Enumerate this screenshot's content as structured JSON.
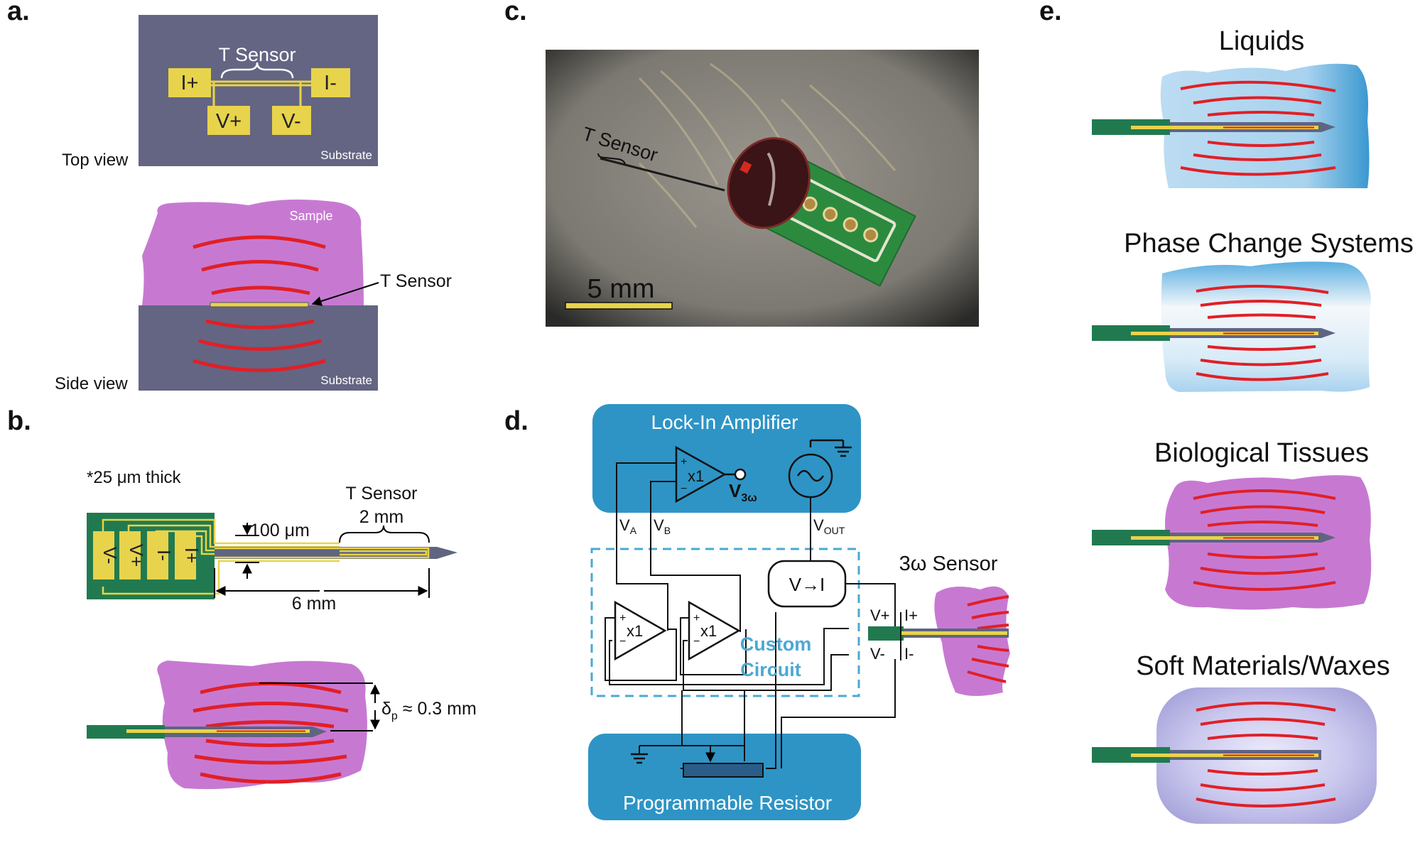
{
  "colors": {
    "substrate": "#646583",
    "pad": "#e8d34c",
    "sample": "#c779d2",
    "wave": "#e11f26",
    "pcb": "#217a4f",
    "box": "#2e94c5",
    "custom_circuit": "#4ba8d3",
    "photo_background": "#807d77",
    "liquid": "#a9d3ef",
    "phase": "#cfe7f7",
    "soft": "#c7c5ec",
    "probe_tip": "#5f6580"
  },
  "panel_labels": {
    "a": "a.",
    "b": "b.",
    "c": "c.",
    "d": "d.",
    "e": "e."
  },
  "panel_a": {
    "t_sensor": "T Sensor",
    "pad_i_plus": "I+",
    "pad_i_minus": "I-",
    "pad_v_plus": "V+",
    "pad_v_minus": "V-",
    "top_view": "Top view",
    "side_view": "Side view",
    "substrate_top": "Substrate",
    "substrate_side": "Substrate",
    "sample": "Sample",
    "t_sensor_arrow": "T Sensor"
  },
  "panel_b": {
    "thickness": "*25 μm thick",
    "t_sensor": "T Sensor",
    "sensor_length": "2 mm",
    "width": "100 μm",
    "probe_length": "6 mm",
    "pads": [
      "V-",
      "V+",
      "I-",
      "I+"
    ],
    "penetration_symbol": "δ",
    "penetration_subscript": "p",
    "penetration_value": " ≈ 0.3 mm"
  },
  "panel_c": {
    "t_sensor": "T Sensor",
    "scale_bar": "5 mm"
  },
  "panel_d": {
    "lock_in": "Lock-In Amplifier",
    "buffer_gain": "x1",
    "v3w_main": "V",
    "v3w_sub": "3ω",
    "va_main": "V",
    "va_sub": "A",
    "vb_main": "V",
    "vb_sub": "B",
    "vout_main": "V",
    "vout_sub": "OUT",
    "converter": "V→I",
    "custom_line1": "Custom",
    "custom_line2": "Circuit",
    "sensor_3w": "3ω Sensor",
    "v_plus": "V+",
    "v_minus": "V-",
    "i_plus": "I+",
    "i_minus": "I-",
    "prog_resistor": "Programmable Resistor"
  },
  "panel_e": {
    "liquids": "Liquids",
    "phase_change": "Phase Change Systems",
    "bio": "Biological Tissues",
    "soft": "Soft Materials/Waxes"
  }
}
